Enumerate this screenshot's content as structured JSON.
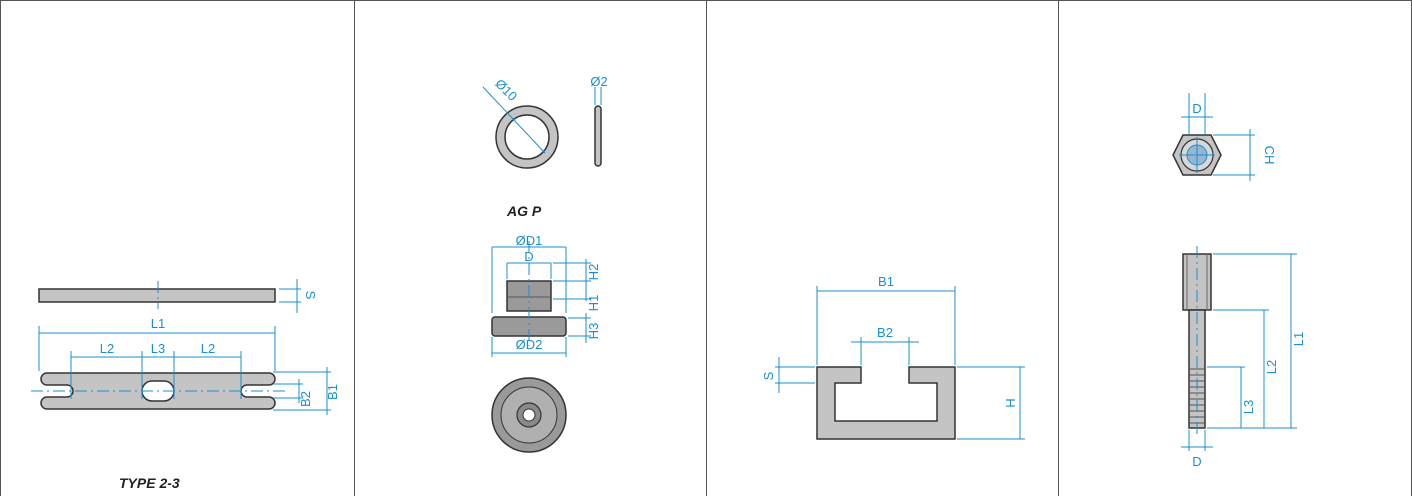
{
  "colors": {
    "dimension": "#1a8fd1",
    "part_fill": "#c4c4c4",
    "part_outline": "#333333",
    "frame": "#555555"
  },
  "panel1": {
    "caption": "TYPE 2-3",
    "labels": {
      "s": "S",
      "l1": "L1",
      "l2_left": "L2",
      "l3": "L3",
      "l2_right": "L2",
      "b2": "B2",
      "b1": "B1"
    }
  },
  "panel2": {
    "caption": "AG P",
    "labels": {
      "d10": "Ø10",
      "d2": "Ø2",
      "od1": "ØD1",
      "d": "D",
      "h2": "H2",
      "h1": "H1",
      "h3": "H3",
      "od2": "ØD2"
    }
  },
  "panel3": {
    "labels": {
      "b1": "B1",
      "b2": "B2",
      "s": "S",
      "h": "H"
    }
  },
  "panel4": {
    "labels": {
      "d_top": "D",
      "ch": "CH",
      "l1": "L1",
      "l2": "L2",
      "l3": "L3",
      "d_bottom": "D"
    }
  }
}
